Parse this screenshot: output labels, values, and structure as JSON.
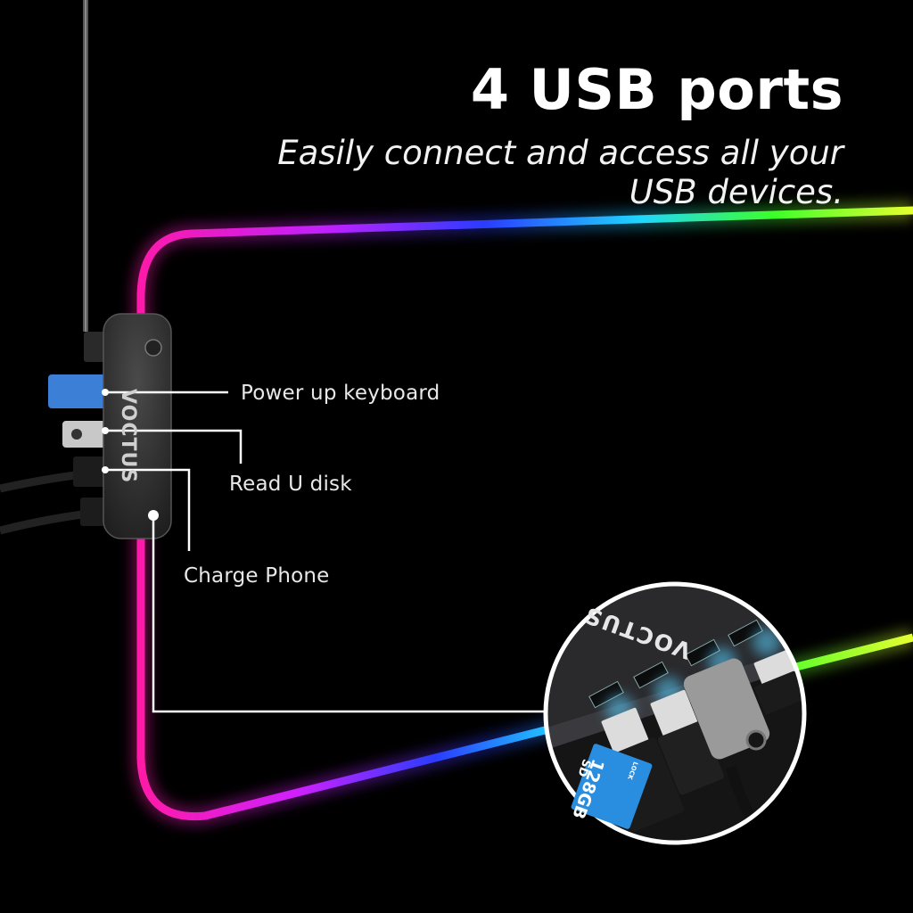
{
  "headline": {
    "title": "4 USB ports",
    "subtitle_line1": "Easily connect and access all your",
    "subtitle_line2": "USB devices."
  },
  "callouts": [
    {
      "label": "Power up keyboard"
    },
    {
      "label": "Read U disk"
    },
    {
      "label": "Charge Phone"
    }
  ],
  "product": {
    "brand": "VOCTUS",
    "sd_card": {
      "capacity": "128GB",
      "type": "SD",
      "lock_label": "LOCK"
    }
  },
  "colors": {
    "background": "#000000",
    "rgb_pink": "#ff1aa8",
    "rgb_purple": "#b030ff",
    "rgb_blue": "#1f4dff",
    "rgb_cyan": "#1fd6ff",
    "rgb_green": "#3cff2a",
    "rgb_yellow": "#e6ff30",
    "callout_line": "#ffffff",
    "sd_card_blue": "#2a8ee0"
  }
}
